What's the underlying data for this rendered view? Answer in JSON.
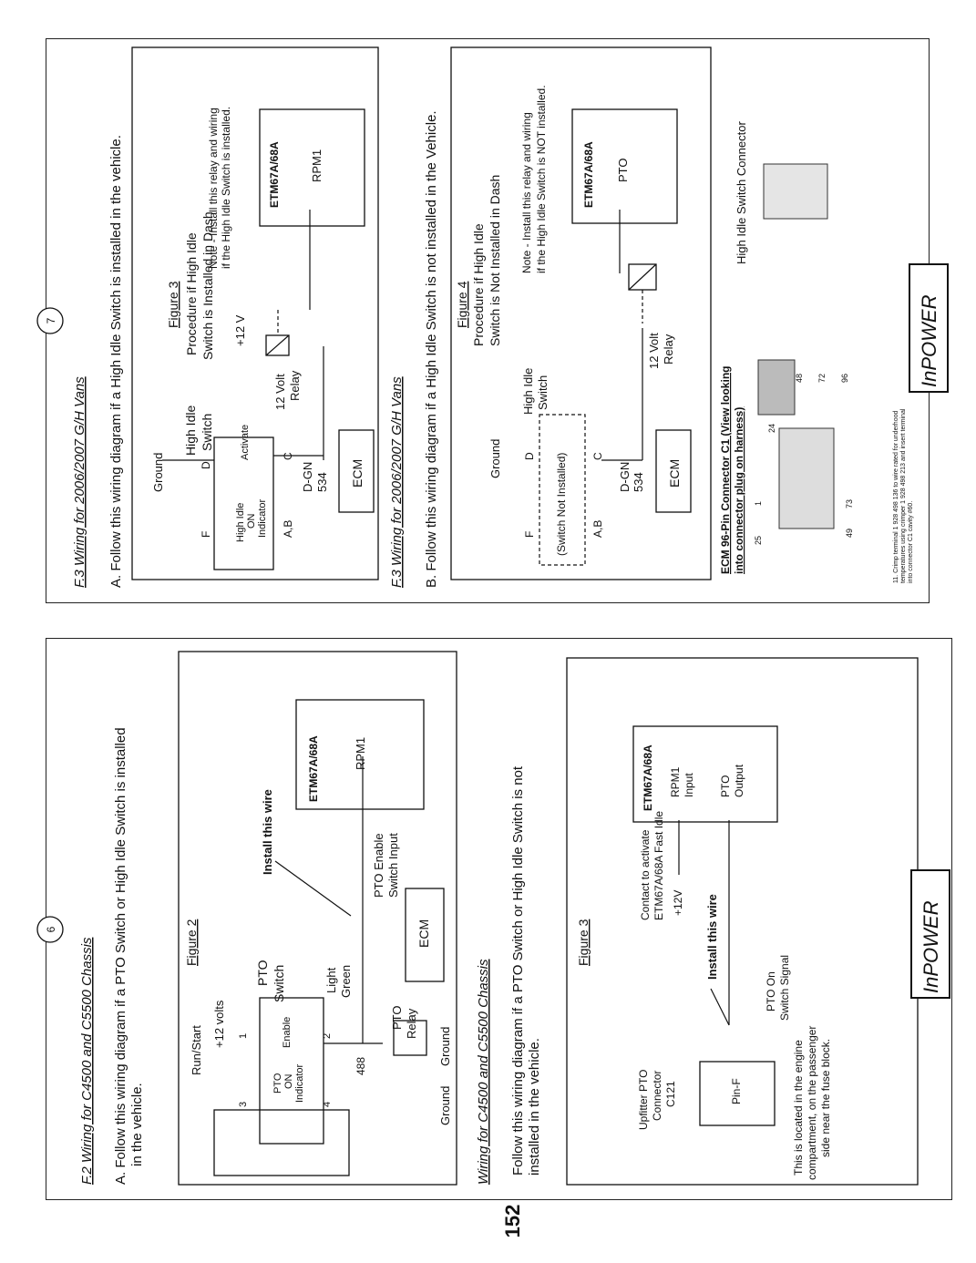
{
  "page_number": "152",
  "left_page": {
    "circle_number": "6",
    "section_f2": {
      "title": "F.2  Wiring for C4500 and C5500 Chassis",
      "item_a": "A.  Follow this wiring diagram if a PTO Switch or High Idle Switch is installed",
      "item_a_cont": "in the vehicle."
    },
    "figure2": {
      "caption": "Figure 2",
      "run_start": "Run/Start",
      "plus12": "+12 volts",
      "pto_switch": "PTO",
      "pto_switch2": "Switch",
      "enable": "Enable",
      "pto_on": "PTO",
      "pto_on2": "ON",
      "pto_on3": "Indicator",
      "pin1": "1",
      "pin2": "2",
      "pin3": "3",
      "pin4": "4",
      "light_green": "Light",
      "light_green2": "Green",
      "wire_488": "488",
      "install_wire": "Install this wire",
      "etm": "ETM67A/68A",
      "rpm1": "RPM1",
      "pto_enable": "PTO Enable",
      "switch_input": "Switch Input",
      "ecm": "ECM",
      "pto_relay": "PTO",
      "relay": "Relay",
      "ground1": "Ground",
      "ground2": "Ground"
    },
    "section_b": {
      "title": "Wiring for C4500 and C5500 Chassis",
      "item_b": "Follow this wiring diagram if a PTO Switch or High Idle Switch is not",
      "item_b_cont": "installed in the vehicle."
    },
    "figure3": {
      "caption": "Figure 3",
      "contact": "Contact to activate",
      "contact2": "ETM67A/68A Fast Idle",
      "plus12v": "+12V",
      "install_wire": "Install this wire",
      "pto_on_signal": "PTO On",
      "pto_on_signal2": "Switch Signal",
      "etm": "ETM67A/68A",
      "rpm1": "RPM1",
      "input": "Input",
      "pto": "PTO",
      "output": "Output",
      "upfitter": "Upfitter PTO",
      "connector": "Connector",
      "c121": "C121",
      "pin_f": "Pin-F",
      "note1": "This is located in the engine",
      "note2": "compartment, on the passenger",
      "note3": "side near the fuse block."
    },
    "logo": "InPOWER"
  },
  "right_page": {
    "circle_number": "7",
    "section_a": {
      "title": "F.3  Wiring for 2006/2007 G/H Vans",
      "item_a": "A.  Follow this wiring diagram if a High Idle Switch is installed in the vehicle."
    },
    "figure3": {
      "caption": "Figure 3",
      "sub1": "Procedure if High Idle",
      "sub2": "Switch is Installed in Dash",
      "ground": "Ground",
      "high_idle": "High Idle",
      "switch": "Switch",
      "f": "F",
      "d": "D",
      "c": "C",
      "ab": "A,B",
      "hi_on": "High Idle",
      "hi_on2": "ON",
      "hi_on3": "Indicator",
      "activate": "Activate",
      "plus12": "+12 V",
      "relay": "12 Volt",
      "relay2": "Relay",
      "dgn": "D-GN",
      "w534": "534",
      "ecm": "ECM",
      "etm": "ETM67A/68A",
      "rpm1": "RPM1",
      "note1": "Note - Install this relay and wiring",
      "note2": "if the High Idle Switch is installed."
    },
    "section_b": {
      "title": "F.3  Wiring for 2006/2007 G/H Vans",
      "item_b": "B.  Follow this wiring diagram if a High Idle Switch is not installed in the Vehicle."
    },
    "figure4": {
      "caption": "Figure 4",
      "sub1": "Procedure if High Idle",
      "sub2": "Switch is Not Installed in Dash",
      "ground": "Ground",
      "f": "F",
      "d": "D",
      "c": "C",
      "ab": "A,B",
      "not_installed": "(Switch Not Installed)",
      "high_idle": "High Idle",
      "switch": "Switch",
      "dgn": "D-GN",
      "w534": "534",
      "ecm": "ECM",
      "relay": "12 Volt",
      "relay2": "Relay",
      "etm": "ETM67A/68A",
      "pto": "PTO",
      "note1": "Note - Install this relay and wiring",
      "note2": "if the High Idle Switch is NOT installed."
    },
    "connector": {
      "title": "ECM 96-Pin Connector C1 (View looking",
      "title2": "into connector plug on harness)",
      "p25": "25",
      "p1": "1",
      "p24": "24",
      "p48": "48",
      "p72": "72",
      "p96": "96",
      "p49": "49",
      "p73": "73",
      "footnote1": "11.  Crimp terminal 1 928 498 136 to wire rated for underhood",
      "footnote2": "temperatures using crimper 1 928 498 213 and insert terminal",
      "footnote3": "into connector C1 cavity #60.",
      "hi_connector": "High Idle Switch Connector"
    },
    "logo": "InPOWER"
  }
}
